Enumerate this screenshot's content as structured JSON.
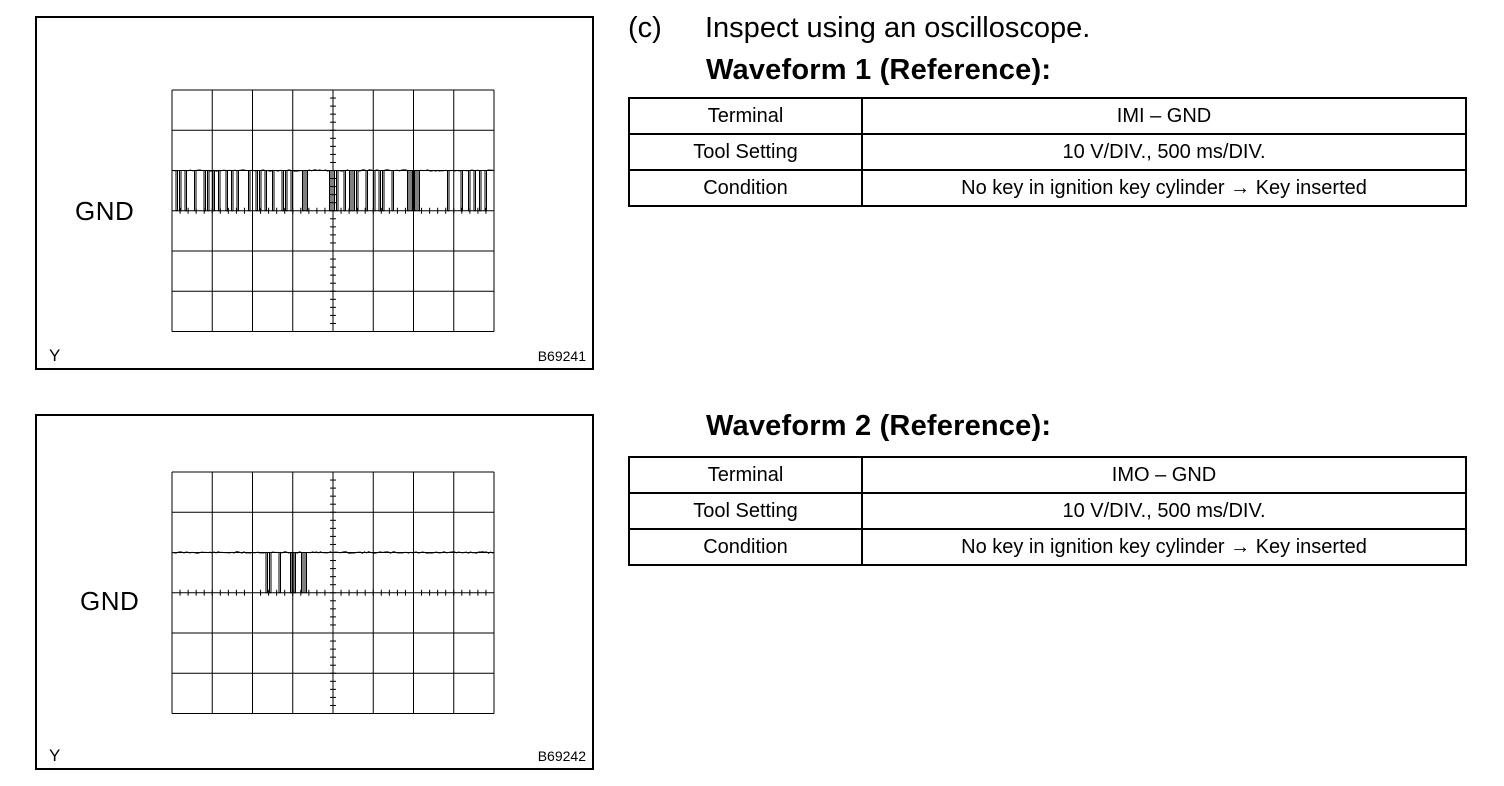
{
  "step": {
    "letter": "(c)",
    "text": "Inspect using an oscilloscope."
  },
  "waveforms": [
    {
      "heading": "Waveform 1 (Reference):",
      "figure": {
        "ground_label": "GND",
        "corner_mark": "Y",
        "figure_id": "B69241",
        "grid": {
          "columns": 8,
          "rows": 6
        },
        "signal_level_divisions_above_gnd": 1,
        "signal_description": "pulse train across full sweep"
      },
      "table": [
        {
          "key": "Terminal",
          "value": "IMI – GND"
        },
        {
          "key": "Tool Setting",
          "value": "10 V/DIV., 500 ms/DIV."
        },
        {
          "key": "Condition",
          "value": "No key in ignition key cylinder → Key inserted"
        }
      ]
    },
    {
      "heading": "Waveform 2 (Reference):",
      "figure": {
        "ground_label": "GND",
        "corner_mark": "Y",
        "figure_id": "B69242",
        "grid": {
          "columns": 8,
          "rows": 6
        },
        "signal_level_divisions_above_gnd": 1,
        "signal_description": "short pulse burst at division 2-4"
      },
      "table": [
        {
          "key": "Terminal",
          "value": "IMO – GND"
        },
        {
          "key": "Tool Setting",
          "value": "10 V/DIV., 500 ms/DIV."
        },
        {
          "key": "Condition",
          "value": "No key in ignition key cylinder → Key inserted"
        }
      ]
    }
  ]
}
